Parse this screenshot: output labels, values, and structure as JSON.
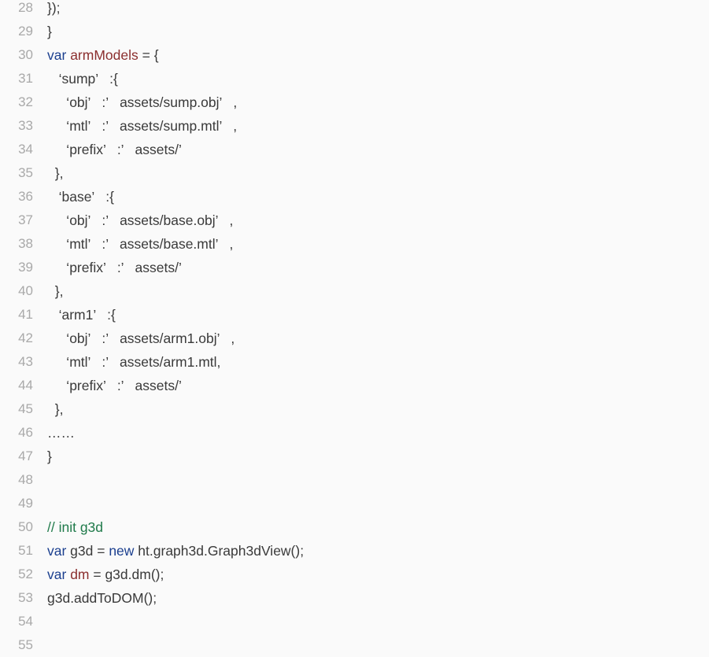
{
  "colors": {
    "background": "#fafafa",
    "line_number": "#a9a9a9",
    "text": "#3a3a3a",
    "keyword": "#1b3f8f",
    "variable": "#8b2f2f",
    "comment": "#1f7a4a"
  },
  "lines": [
    {
      "num": "28",
      "segs": [
        {
          "t": "});",
          "c": "plain"
        }
      ]
    },
    {
      "num": "29",
      "segs": [
        {
          "t": "}",
          "c": "plain"
        }
      ]
    },
    {
      "num": "30",
      "segs": [
        {
          "t": "var",
          "c": "kw"
        },
        {
          "t": " ",
          "c": "plain"
        },
        {
          "t": "armModels",
          "c": "var"
        },
        {
          "t": " = {",
          "c": "plain"
        }
      ]
    },
    {
      "num": "31",
      "segs": [
        {
          "t": "   ‘sump’   :{",
          "c": "plain"
        }
      ]
    },
    {
      "num": "32",
      "segs": [
        {
          "t": "     ‘obj’   :’   assets/sump.obj’   ,",
          "c": "plain"
        }
      ]
    },
    {
      "num": "33",
      "segs": [
        {
          "t": "     ‘mtl’   :’   assets/sump.mtl’   ,",
          "c": "plain"
        }
      ]
    },
    {
      "num": "34",
      "segs": [
        {
          "t": "     ‘prefix’   :’   assets/’",
          "c": "plain"
        }
      ]
    },
    {
      "num": "35",
      "segs": [
        {
          "t": "  },",
          "c": "plain"
        }
      ]
    },
    {
      "num": "36",
      "segs": [
        {
          "t": "   ‘base’   :{",
          "c": "plain"
        }
      ]
    },
    {
      "num": "37",
      "segs": [
        {
          "t": "     ‘obj’   :’   assets/base.obj’   ,",
          "c": "plain"
        }
      ]
    },
    {
      "num": "38",
      "segs": [
        {
          "t": "     ‘mtl’   :’   assets/base.mtl’   ,",
          "c": "plain"
        }
      ]
    },
    {
      "num": "39",
      "segs": [
        {
          "t": "     ‘prefix’   :’   assets/’",
          "c": "plain"
        }
      ]
    },
    {
      "num": "40",
      "segs": [
        {
          "t": "  },",
          "c": "plain"
        }
      ]
    },
    {
      "num": "41",
      "segs": [
        {
          "t": "   ‘arm1’   :{",
          "c": "plain"
        }
      ]
    },
    {
      "num": "42",
      "segs": [
        {
          "t": "     ‘obj’   :’   assets/arm1.obj’   ,",
          "c": "plain"
        }
      ]
    },
    {
      "num": "43",
      "segs": [
        {
          "t": "     ‘mtl’   :’   assets/arm1.mtl,",
          "c": "plain"
        }
      ]
    },
    {
      "num": "44",
      "segs": [
        {
          "t": "     ‘prefix’   :’   assets/’",
          "c": "plain"
        }
      ]
    },
    {
      "num": "45",
      "segs": [
        {
          "t": "  },",
          "c": "plain"
        }
      ]
    },
    {
      "num": "46",
      "segs": [
        {
          "t": "……",
          "c": "plain"
        }
      ]
    },
    {
      "num": "47",
      "segs": [
        {
          "t": "}",
          "c": "plain"
        }
      ]
    },
    {
      "num": "48",
      "segs": []
    },
    {
      "num": "49",
      "segs": []
    },
    {
      "num": "50",
      "segs": [
        {
          "t": "// init g3d",
          "c": "cm"
        }
      ]
    },
    {
      "num": "51",
      "segs": [
        {
          "t": "var",
          "c": "kw"
        },
        {
          "t": " g3d = ",
          "c": "plain"
        },
        {
          "t": "new",
          "c": "kw"
        },
        {
          "t": " ht.graph3d.Graph3dView();",
          "c": "plain"
        }
      ]
    },
    {
      "num": "52",
      "segs": [
        {
          "t": "var",
          "c": "kw"
        },
        {
          "t": " ",
          "c": "plain"
        },
        {
          "t": "dm",
          "c": "var"
        },
        {
          "t": " = g3d.dm();",
          "c": "plain"
        }
      ]
    },
    {
      "num": "53",
      "segs": [
        {
          "t": "g3d.addToDOM();",
          "c": "plain"
        }
      ]
    },
    {
      "num": "54",
      "segs": []
    },
    {
      "num": "55",
      "segs": []
    }
  ]
}
